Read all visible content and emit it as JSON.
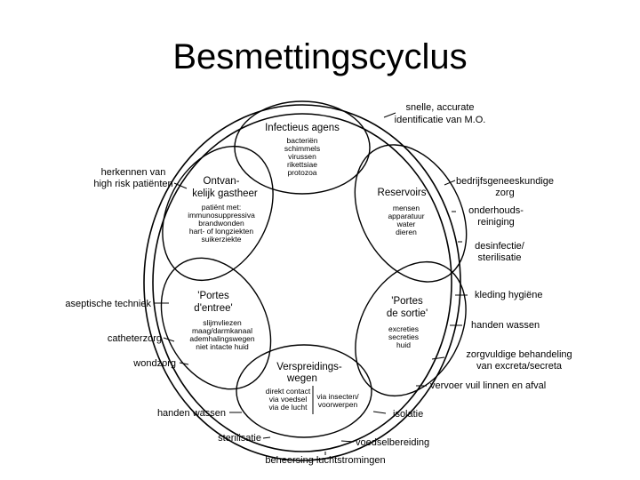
{
  "slide": {
    "title": "Besmettingscyclus"
  },
  "links": [
    {
      "title": [
        "Infectieus agens"
      ],
      "items": [
        "bacteriën",
        "schimmels",
        "virussen",
        "rikettsiae",
        "protozoa"
      ]
    },
    {
      "title": [
        "Reservoirs"
      ],
      "items": [
        "mensen",
        "apparatuur",
        "water",
        "dieren"
      ]
    },
    {
      "title": [
        "'Portes",
        "de sortie'"
      ],
      "items": [
        "excreties",
        "secreties",
        "huid"
      ]
    },
    {
      "title": [
        "Verspreidings-",
        "wegen"
      ],
      "items_left": [
        "direkt contact",
        "via voedsel",
        "via de lucht"
      ],
      "items_right": [
        "via insecten/",
        "voorwerpen"
      ]
    },
    {
      "title": [
        "'Portes",
        "d'entree'"
      ],
      "items": [
        "slijmvliezen",
        "maag/darmkanaal",
        "ademhalingswegen",
        "niet intacte huid"
      ]
    },
    {
      "title": [
        "Ontvan-",
        "kelijk gastheer"
      ],
      "items": [
        "patiënt met:",
        "immunosuppressiva",
        "brandwonden",
        "hart- of longziekten",
        "suikerziekte"
      ]
    }
  ],
  "measures": {
    "top": [
      "snelle, accurate",
      "identificatie van M.O."
    ],
    "right": [
      [
        "bedrijfsgeneeskundige",
        "zorg"
      ],
      [
        "onderhouds-",
        "reiniging"
      ],
      [
        "desinfectie/",
        "sterilisatie"
      ],
      [
        "kleding hygiëne"
      ],
      [
        "handen wassen"
      ],
      [
        "zorgvuldige behandeling",
        "van excreta/secreta"
      ],
      [
        "vervoer vuil linnen en afval"
      ],
      [
        "isolatie"
      ],
      [
        "voedselbereiding"
      ]
    ],
    "bottom": [
      "beheersing luchtstromingen"
    ],
    "left": [
      [
        "herkennen van",
        "high risk patiënten"
      ],
      [
        "aseptische techniek"
      ],
      [
        "catheterzorg"
      ],
      [
        "wondzorg"
      ],
      [
        "handen wassen"
      ],
      [
        "sterilisatie"
      ]
    ]
  }
}
